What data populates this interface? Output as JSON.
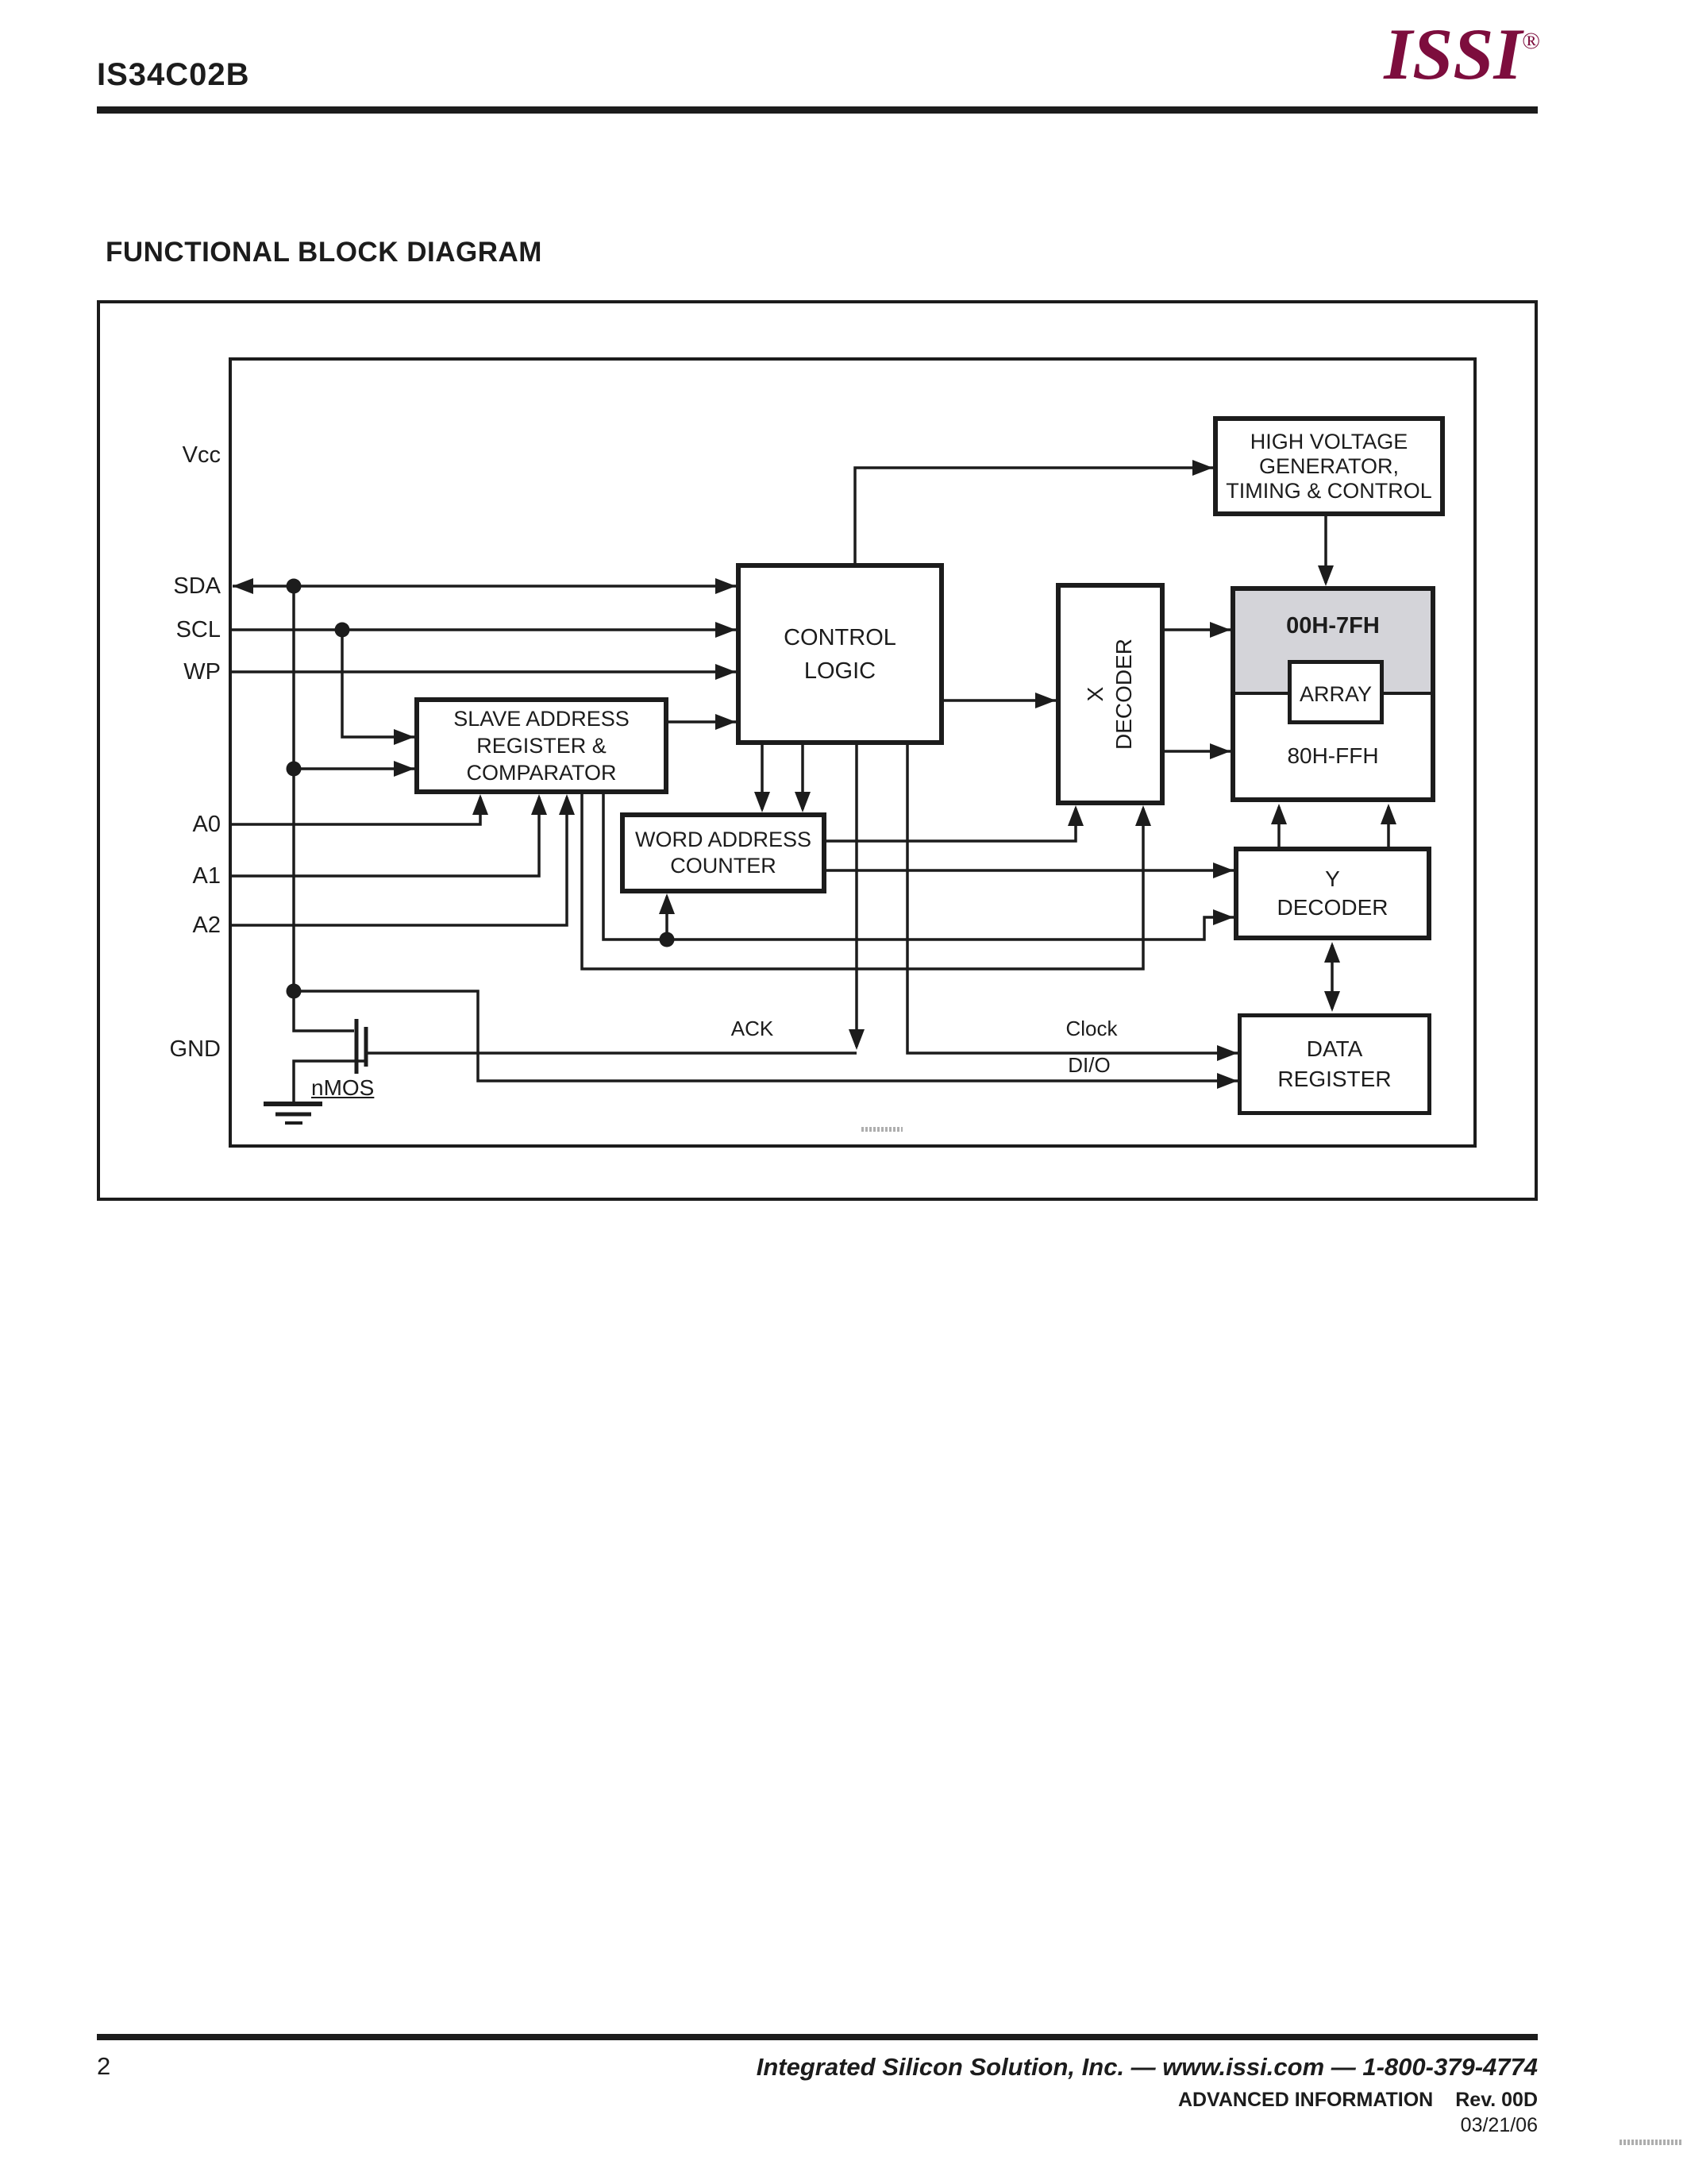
{
  "header": {
    "part_number": "IS34C02B",
    "logo_text": "ISSI",
    "registered_mark": "®"
  },
  "title": "FUNCTIONAL BLOCK DIAGRAM",
  "pins": {
    "vcc": "Vcc",
    "sda": "SDA",
    "scl": "SCL",
    "wp": "WP",
    "a0": "A0",
    "a1": "A1",
    "a2": "A2",
    "gnd": "GND"
  },
  "blocks": {
    "high_voltage": {
      "line1": "HIGH VOLTAGE",
      "line2": "GENERATOR,",
      "line3": "TIMING & CONTROL"
    },
    "control_logic": {
      "line1": "CONTROL",
      "line2": "LOGIC"
    },
    "slave_address": {
      "line1": "SLAVE ADDRESS",
      "line2": "REGISTER &",
      "line3": "COMPARATOR"
    },
    "word_address": {
      "line1": "WORD ADDRESS",
      "line2": "COUNTER"
    },
    "x_decoder": {
      "line1": "X",
      "line2": "DECODER"
    },
    "array": {
      "top_range": "00H-7FH",
      "label": "ARRAY",
      "bottom_range": "80H-FFH"
    },
    "y_decoder": {
      "line1": "Y",
      "line2": "DECODER"
    },
    "data_register": {
      "line1": "DATA",
      "line2": "REGISTER"
    }
  },
  "wire_labels": {
    "ack": "ACK",
    "clock": "Clock",
    "dio": "DI/O",
    "nmos": "nMOS"
  },
  "footer": {
    "page_number": "2",
    "company_line": "Integrated Silicon Solution, Inc. — www.issi.com — 1-800-379-4774",
    "status": "ADVANCED INFORMATION",
    "rev": "Rev.  00D",
    "date": "03/21/06"
  },
  "colors": {
    "logo_maroon": "#7D0D3D",
    "array_shade": "#d4d4d9",
    "line_black": "#1c1c1c"
  }
}
